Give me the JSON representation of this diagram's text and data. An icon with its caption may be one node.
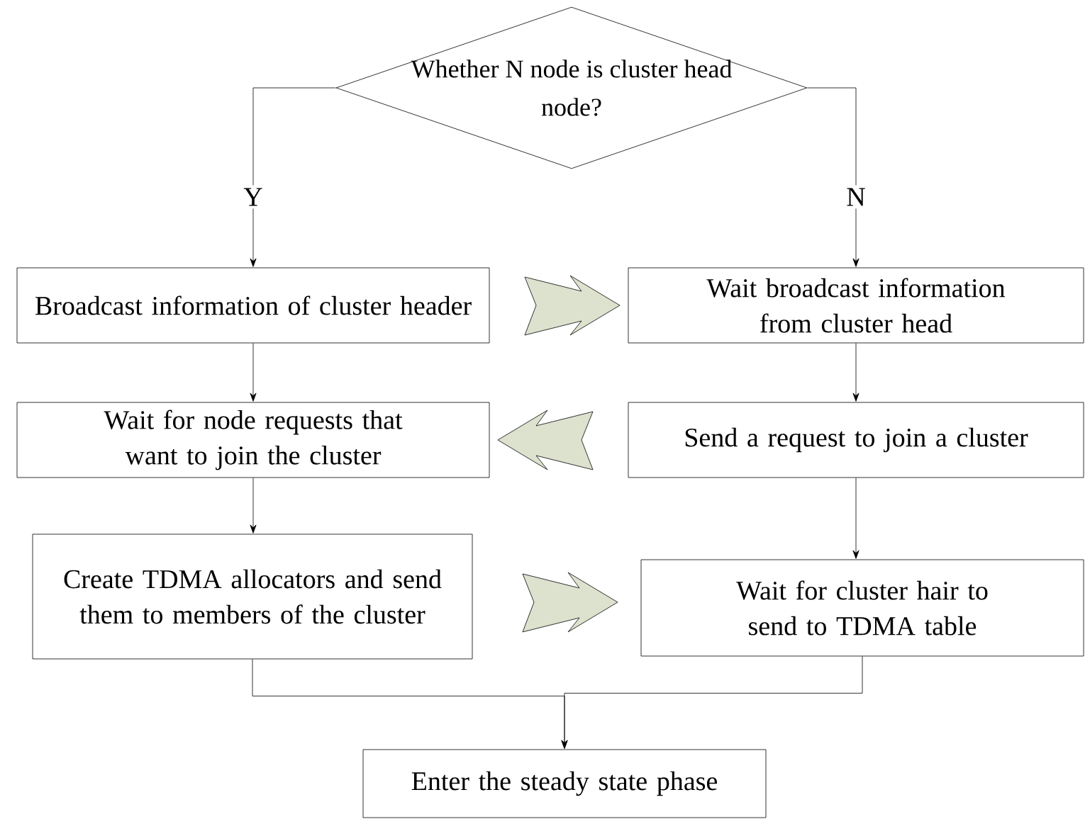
{
  "diagram": {
    "nodes": [
      {
        "text": [
          "Whether N node is cluster head node?"
        ]
      },
      {
        "text": [
          "Broadcast information of cluster header"
        ]
      },
      {
        "text": [
          "Wait broadcast information from cluster head"
        ]
      },
      {
        "text": [
          "Wait for node requests that want to join the cluster"
        ]
      },
      {
        "text": [
          "Send a request to join a cluster"
        ]
      },
      {
        "text": [
          "Create TDMA allocators and send them to members of the cluster"
        ]
      },
      {
        "text": [
          "Wait for cluster hair to send to TDMA table"
        ]
      },
      {
        "text": [
          "Enter the steady state phase"
        ]
      }
    ],
    "edges": [
      {
        "from": 0,
        "to": 1,
        "arrow": "to",
        "label": "Y"
      },
      {
        "from": 0,
        "to": 2,
        "arrow": "to",
        "label": "N"
      },
      {
        "from": 1,
        "to": 3,
        "arrow": "to"
      },
      {
        "from": 2,
        "to": 4,
        "arrow": "to"
      },
      {
        "from": 3,
        "to": 5,
        "arrow": "to"
      },
      {
        "from": 4,
        "to": 6,
        "arrow": "to"
      },
      {
        "from": 5,
        "to": 7,
        "arrow": "to"
      },
      {
        "from": 6,
        "to": 7,
        "arrow": "to"
      },
      {
        "from": 1,
        "to": 2,
        "arrow": "to",
        "color": "#dde2cf"
      },
      {
        "from": 4,
        "to": 3,
        "arrow": "to",
        "color": "#dde2cf"
      },
      {
        "from": 5,
        "to": 6,
        "arrow": "to",
        "color": "#dde2cf"
      }
    ]
  }
}
